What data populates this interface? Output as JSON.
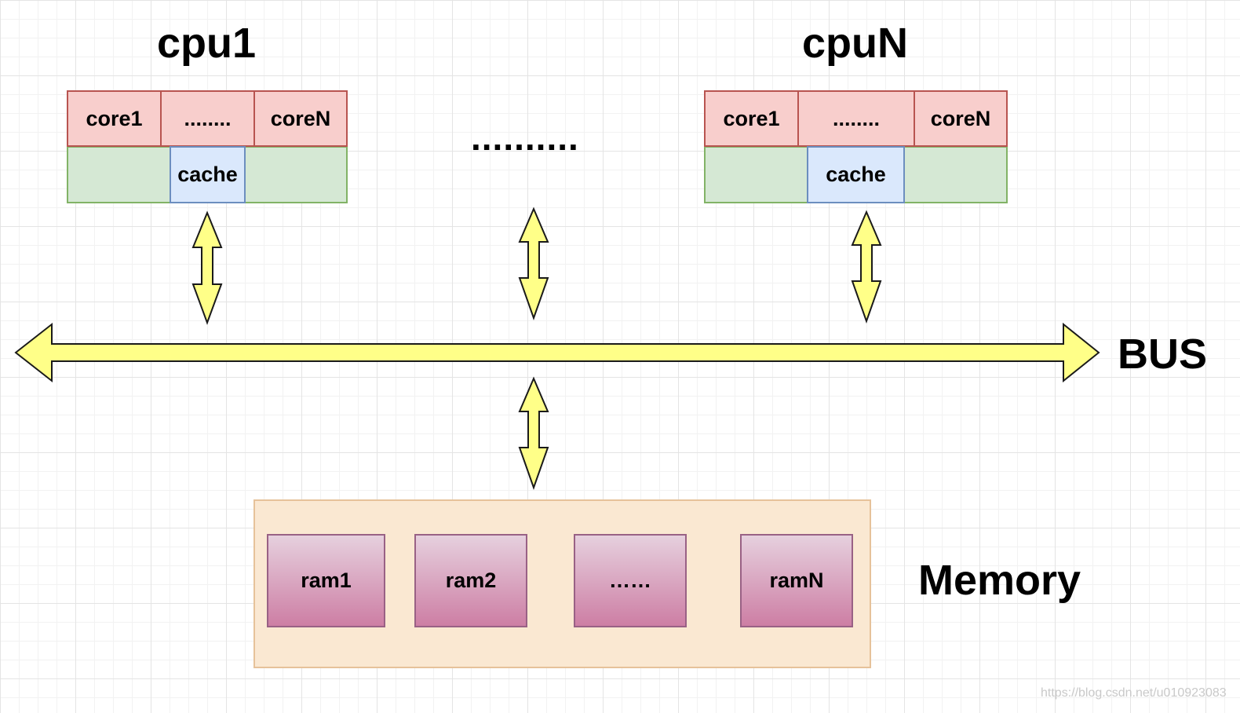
{
  "cpus": [
    {
      "title": "cpu1",
      "cores": [
        "core1",
        "........",
        "coreN"
      ],
      "cache": "cache"
    },
    {
      "title": "cpuN",
      "cores": [
        "core1",
        "........",
        "coreN"
      ],
      "cache": "cache"
    }
  ],
  "cpu_ellipsis": "..........",
  "bus": {
    "label": "BUS"
  },
  "memory": {
    "label": "Memory",
    "rams": [
      "ram1",
      "ram2",
      "……",
      "ramN"
    ]
  },
  "watermark": "https://blog.csdn.net/u010923083",
  "colors": {
    "arrow_fill": "#ffff88",
    "core_fill": "#f8cecc",
    "cpu_base_fill": "#d5e8d4",
    "cache_fill": "#dae8fc",
    "memory_fill": "#fae8d2",
    "ram_fill": "#cd7ea4"
  }
}
